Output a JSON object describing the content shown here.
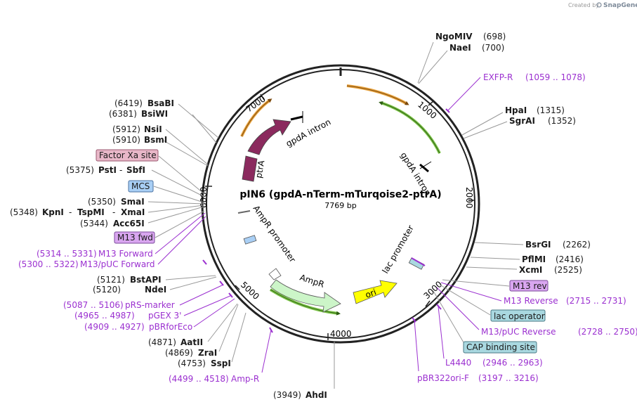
{
  "credit": {
    "created_by": "Created by",
    "app": "SnapGene"
  },
  "plasmid": {
    "name": "pIN6 (gpdA-nTerm-mTurqoise2-ptrA)",
    "length": "7769 bp"
  },
  "ticks": [
    "1000",
    "2000",
    "3000",
    "4000",
    "5000",
    "6000",
    "7000"
  ],
  "sites_right": [
    {
      "name": "NgoMIV",
      "pos": "(698)"
    },
    {
      "name": "NaeI",
      "pos": "(700)"
    },
    {
      "name": "HpaI",
      "pos": "(1315)"
    },
    {
      "name": "SgrAI",
      "pos": "(1352)"
    },
    {
      "name": "BsrGI",
      "pos": "(2262)"
    },
    {
      "name": "PflMI",
      "pos": "(2416)"
    },
    {
      "name": "XcmI",
      "pos": "(2525)"
    }
  ],
  "sites_left": [
    {
      "name": "BsaBI",
      "pos": "(6419)"
    },
    {
      "name": "BsiWI",
      "pos": "(6381)"
    },
    {
      "name": "NsiI",
      "pos": "(5912)"
    },
    {
      "name": "BsmI",
      "pos": "(5910)"
    },
    {
      "name": "PstI",
      "name2": "SbfI",
      "pos": "(5375)"
    },
    {
      "name": "SmaI",
      "pos": "(5350)"
    },
    {
      "name": "KpnI",
      "name2": "TspMI",
      "name3": "XmaI",
      "pos": "(5348)"
    },
    {
      "name": "Acc65I",
      "pos": "(5344)"
    },
    {
      "name": "BstAPI",
      "pos": "(5121)"
    },
    {
      "name": "NdeI",
      "pos": "(5120)"
    },
    {
      "name": "AatII",
      "pos": "(4871)"
    },
    {
      "name": "ZraI",
      "pos": "(4869)"
    },
    {
      "name": "SspI",
      "pos": "(4753)"
    },
    {
      "name": "AhdI",
      "pos": "(3949)"
    }
  ],
  "primers": [
    {
      "name": "EXFP-R",
      "range": "(1059 .. 1078)"
    },
    {
      "name": "M13 Reverse",
      "range": "(2715 .. 2731)"
    },
    {
      "name": "M13/pUC Reverse",
      "range": "(2728 .. 2750)"
    },
    {
      "name": "L4440",
      "range": "(2946 .. 2963)"
    },
    {
      "name": "pBR322ori-F",
      "range": "(3197 .. 3216)"
    },
    {
      "name": "Amp-R",
      "range": "(4499 .. 4518)"
    },
    {
      "name": "pBRforEco",
      "range": "(4909 .. 4927)"
    },
    {
      "name": "pGEX 3'",
      "range": "(4965 .. 4987)"
    },
    {
      "name": "pRS-marker",
      "range": "(5087 .. 5106)"
    },
    {
      "name": "M13/pUC Forward",
      "range": "(5300 .. 5322)"
    },
    {
      "name": "M13 Forward",
      "range": "(5314 .. 5331)"
    }
  ],
  "boxes": [
    {
      "label": "Factor Xa site",
      "color": "#e8b7c8"
    },
    {
      "label": "MCS",
      "color": "#a9cff5"
    },
    {
      "label": "M13 fwd",
      "color": "#d9a6f0"
    },
    {
      "label": "M13 rev",
      "color": "#d9a6f0"
    },
    {
      "label": "lac operator",
      "color": "#a9d8e0"
    },
    {
      "label": "CAP binding site",
      "color": "#a9d8e0"
    }
  ],
  "features": {
    "gpdA_intron_1": "gpdA intron",
    "gpdA_intron_2": "gpdA intron",
    "ptrA": "ptrA",
    "AmpR_promoter": "AmpR promoter",
    "AmpR": "AmpR",
    "ori": "ori",
    "lac_promoter": "lac promoter"
  },
  "colors": {
    "ptrA": "#8b2a5e",
    "AmpR": "#ccf5c8",
    "ori": "#ffff00",
    "orange_arc": "#e9a23b",
    "green_arc": "#7cc447",
    "primer": "#9b30d0",
    "backbone": "#222222"
  }
}
